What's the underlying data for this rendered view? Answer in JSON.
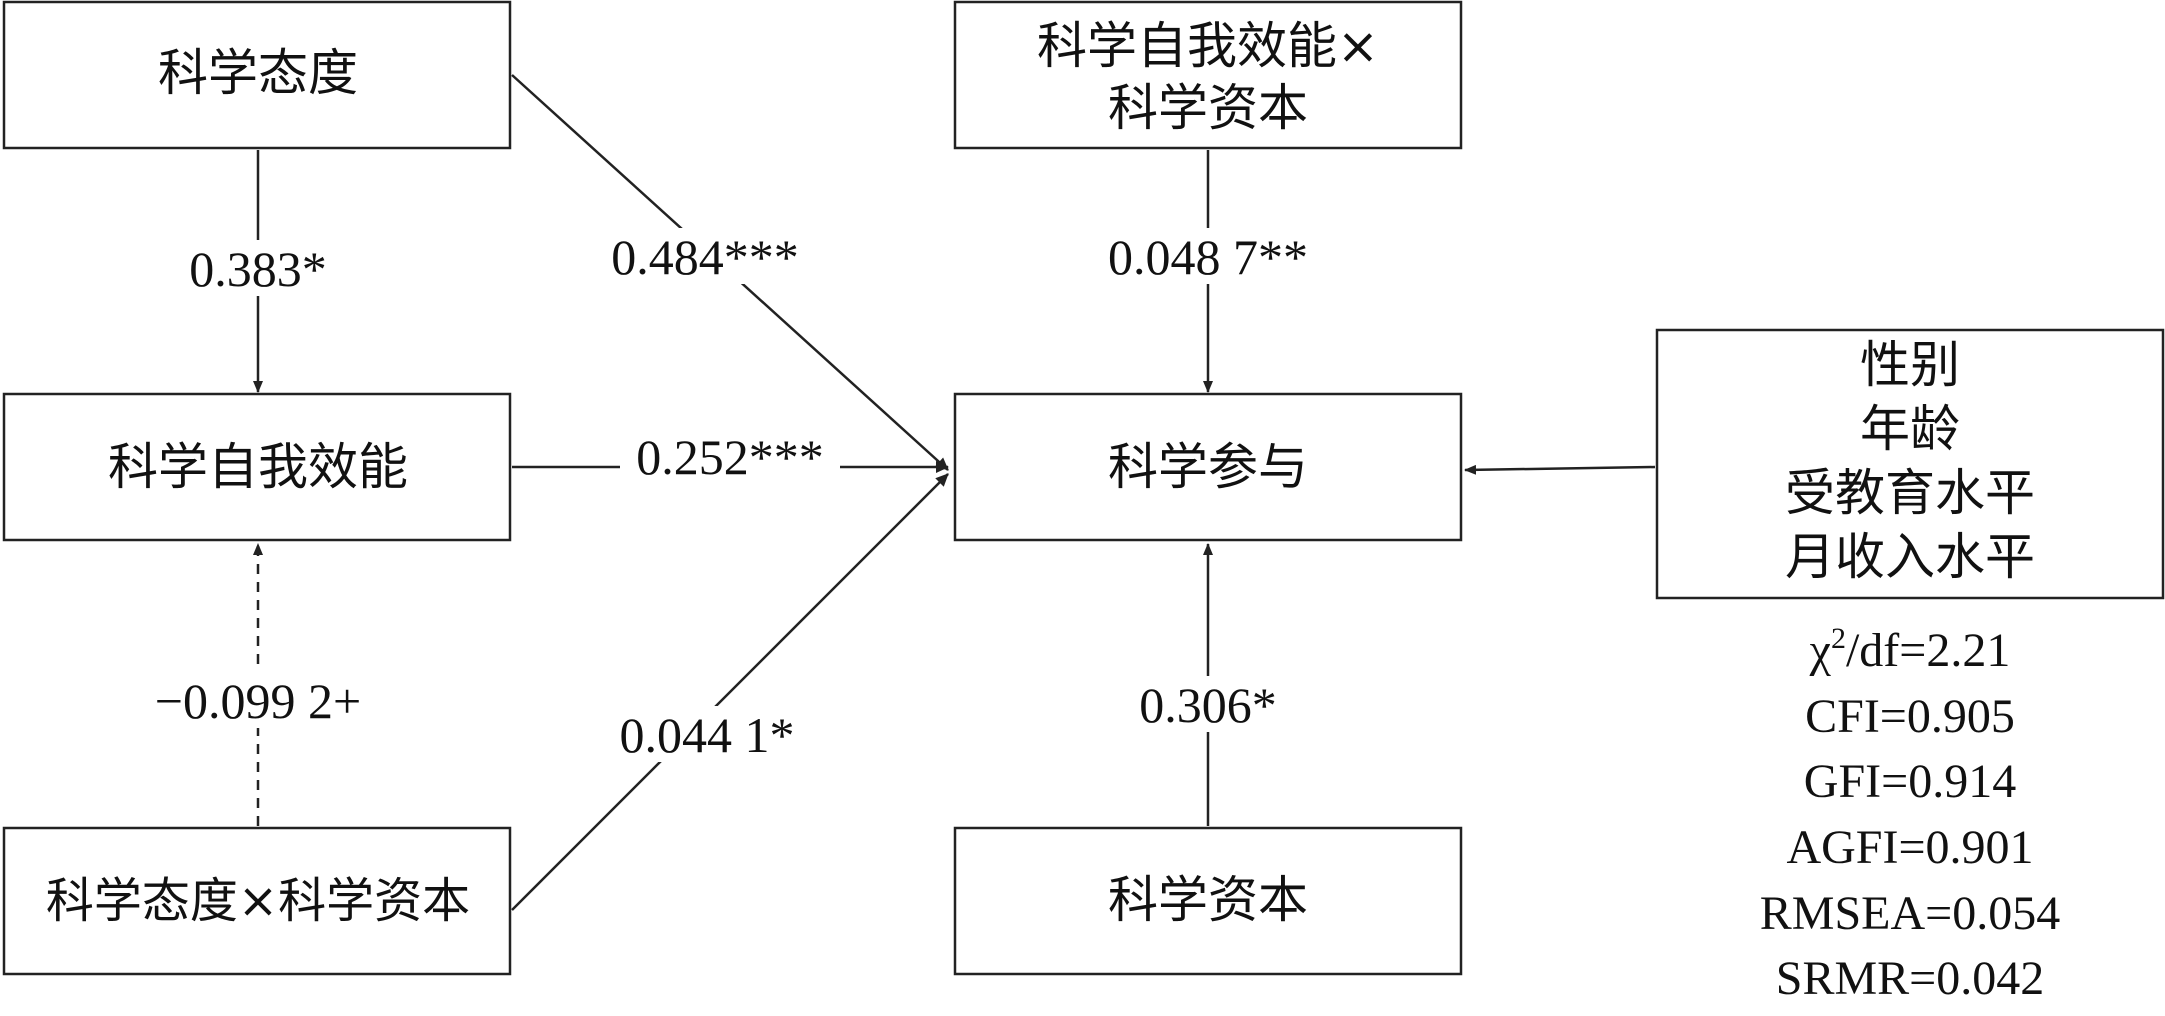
{
  "nodes": {
    "attitude": "科学态度",
    "self_efficacy": "科学自我效能",
    "attitude_x_capital": "科学态度×科学资本",
    "efficacy_x_capital_line1": "科学自我效能×",
    "efficacy_x_capital_line2": "科学资本",
    "participation": "科学参与",
    "capital": "科学资本",
    "controls": [
      "性别",
      "年龄",
      "受教育水平",
      "月收入水平"
    ]
  },
  "paths": {
    "attitude_to_efficacy": "0.383*",
    "attitude_to_participation": "0.484***",
    "efficacy_to_participation": "0.252***",
    "interaction_to_efficacy": "−0.099 2+",
    "interaction_to_participation": "0.044 1*",
    "efficacy_interaction_to_participation": "0.048 7**",
    "capital_to_participation": "0.306*"
  },
  "fit_indices": {
    "chi2_symbol": "χ",
    "chi2_sup": "2",
    "chi2_rest": "/df=2.21",
    "lines": [
      "CFI=0.905",
      "GFI=0.914",
      "AGFI=0.901",
      "RMSEA=0.054",
      "SRMR=0.042"
    ]
  }
}
